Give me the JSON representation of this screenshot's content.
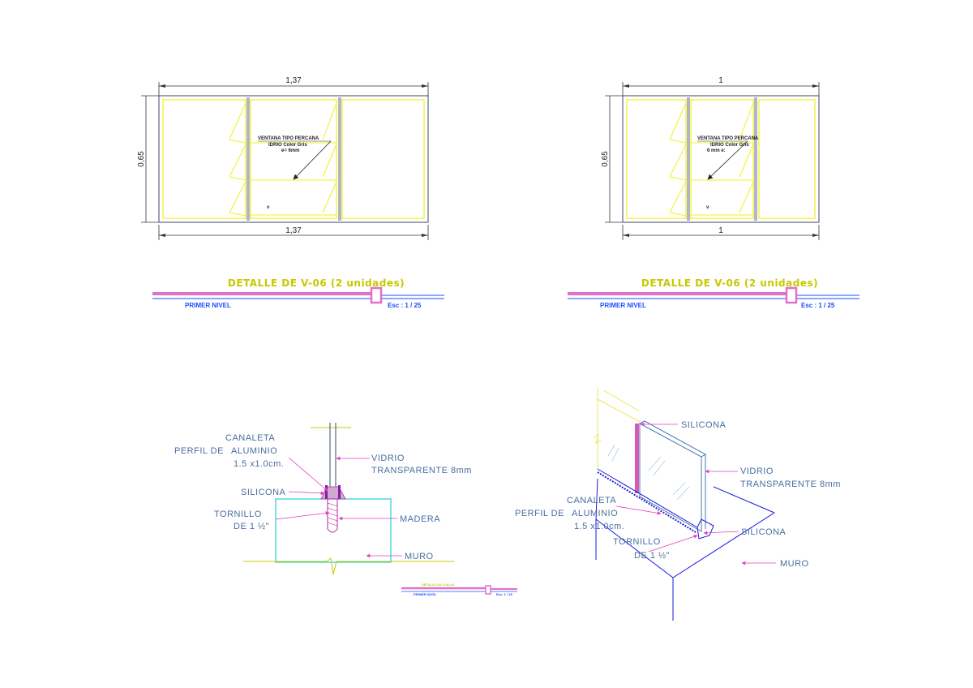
{
  "colors": {
    "frame": "#3a4a6a",
    "glass": "#f0f020",
    "magenta": "#e040c0",
    "blue": "#1a4fff",
    "cyan": "#20d0e0",
    "title": "#c8c800",
    "label": "#4a6ea0"
  },
  "window_left": {
    "dim_top": "1,37",
    "dim_bottom": "1,37",
    "dim_side": "0,65",
    "note_line1": "VENTANA TIPO PERCANA",
    "note_line2": "IDRIO Color Gris",
    "note_line3": "e= 6mm",
    "mark": "v",
    "title": "DETALLE DE V-06 (2 unidades)",
    "level": "PRIMER NIVEL",
    "scale": "Esc : 1 / 25"
  },
  "window_right": {
    "dim_top": "1",
    "dim_bottom": "1",
    "dim_side": "0,65",
    "note_line1": "VENTANA TIPO PERCANA",
    "note_line2": "IDRIO Color Gris",
    "note_line3": "6 mm e:",
    "mark": "v",
    "title": "DETALLE DE V-06 (2 unidades)",
    "level": "PRIMER NIVEL",
    "scale": "Esc : 1 / 25"
  },
  "section_detail": {
    "canaleta": "CANALETA",
    "perfil": "PERFIL DE",
    "aluminio": "ALUMINIO",
    "medida": "1.5 x1.0cm.",
    "vidrio": "VIDRIO",
    "transparente": "TRANSPARENTE 8mm",
    "silicona": "SILICONA",
    "tornillo": "TORNILLO",
    "de": "DE 1 ½\"",
    "madera": "MADERA",
    "muro": "MURO",
    "title": "DETALLE DE V-06,v8",
    "level": "PRIMER NIVEL",
    "scale": "Esc: 1 / 15"
  },
  "iso_detail": {
    "silicona_top": "SILICONA",
    "vidrio": "VIDRIO",
    "transparente": "TRANSPARENTE 8mm",
    "canaleta": "CANALETA",
    "perfil": "PERFIL DE",
    "aluminio": "ALUMINIO",
    "medida": "1.5 x1.0cm.",
    "silicona_bottom": "SILICONA",
    "tornillo": "TORNILLO",
    "de": "DE 1 ½\"",
    "muro": "MURO"
  }
}
